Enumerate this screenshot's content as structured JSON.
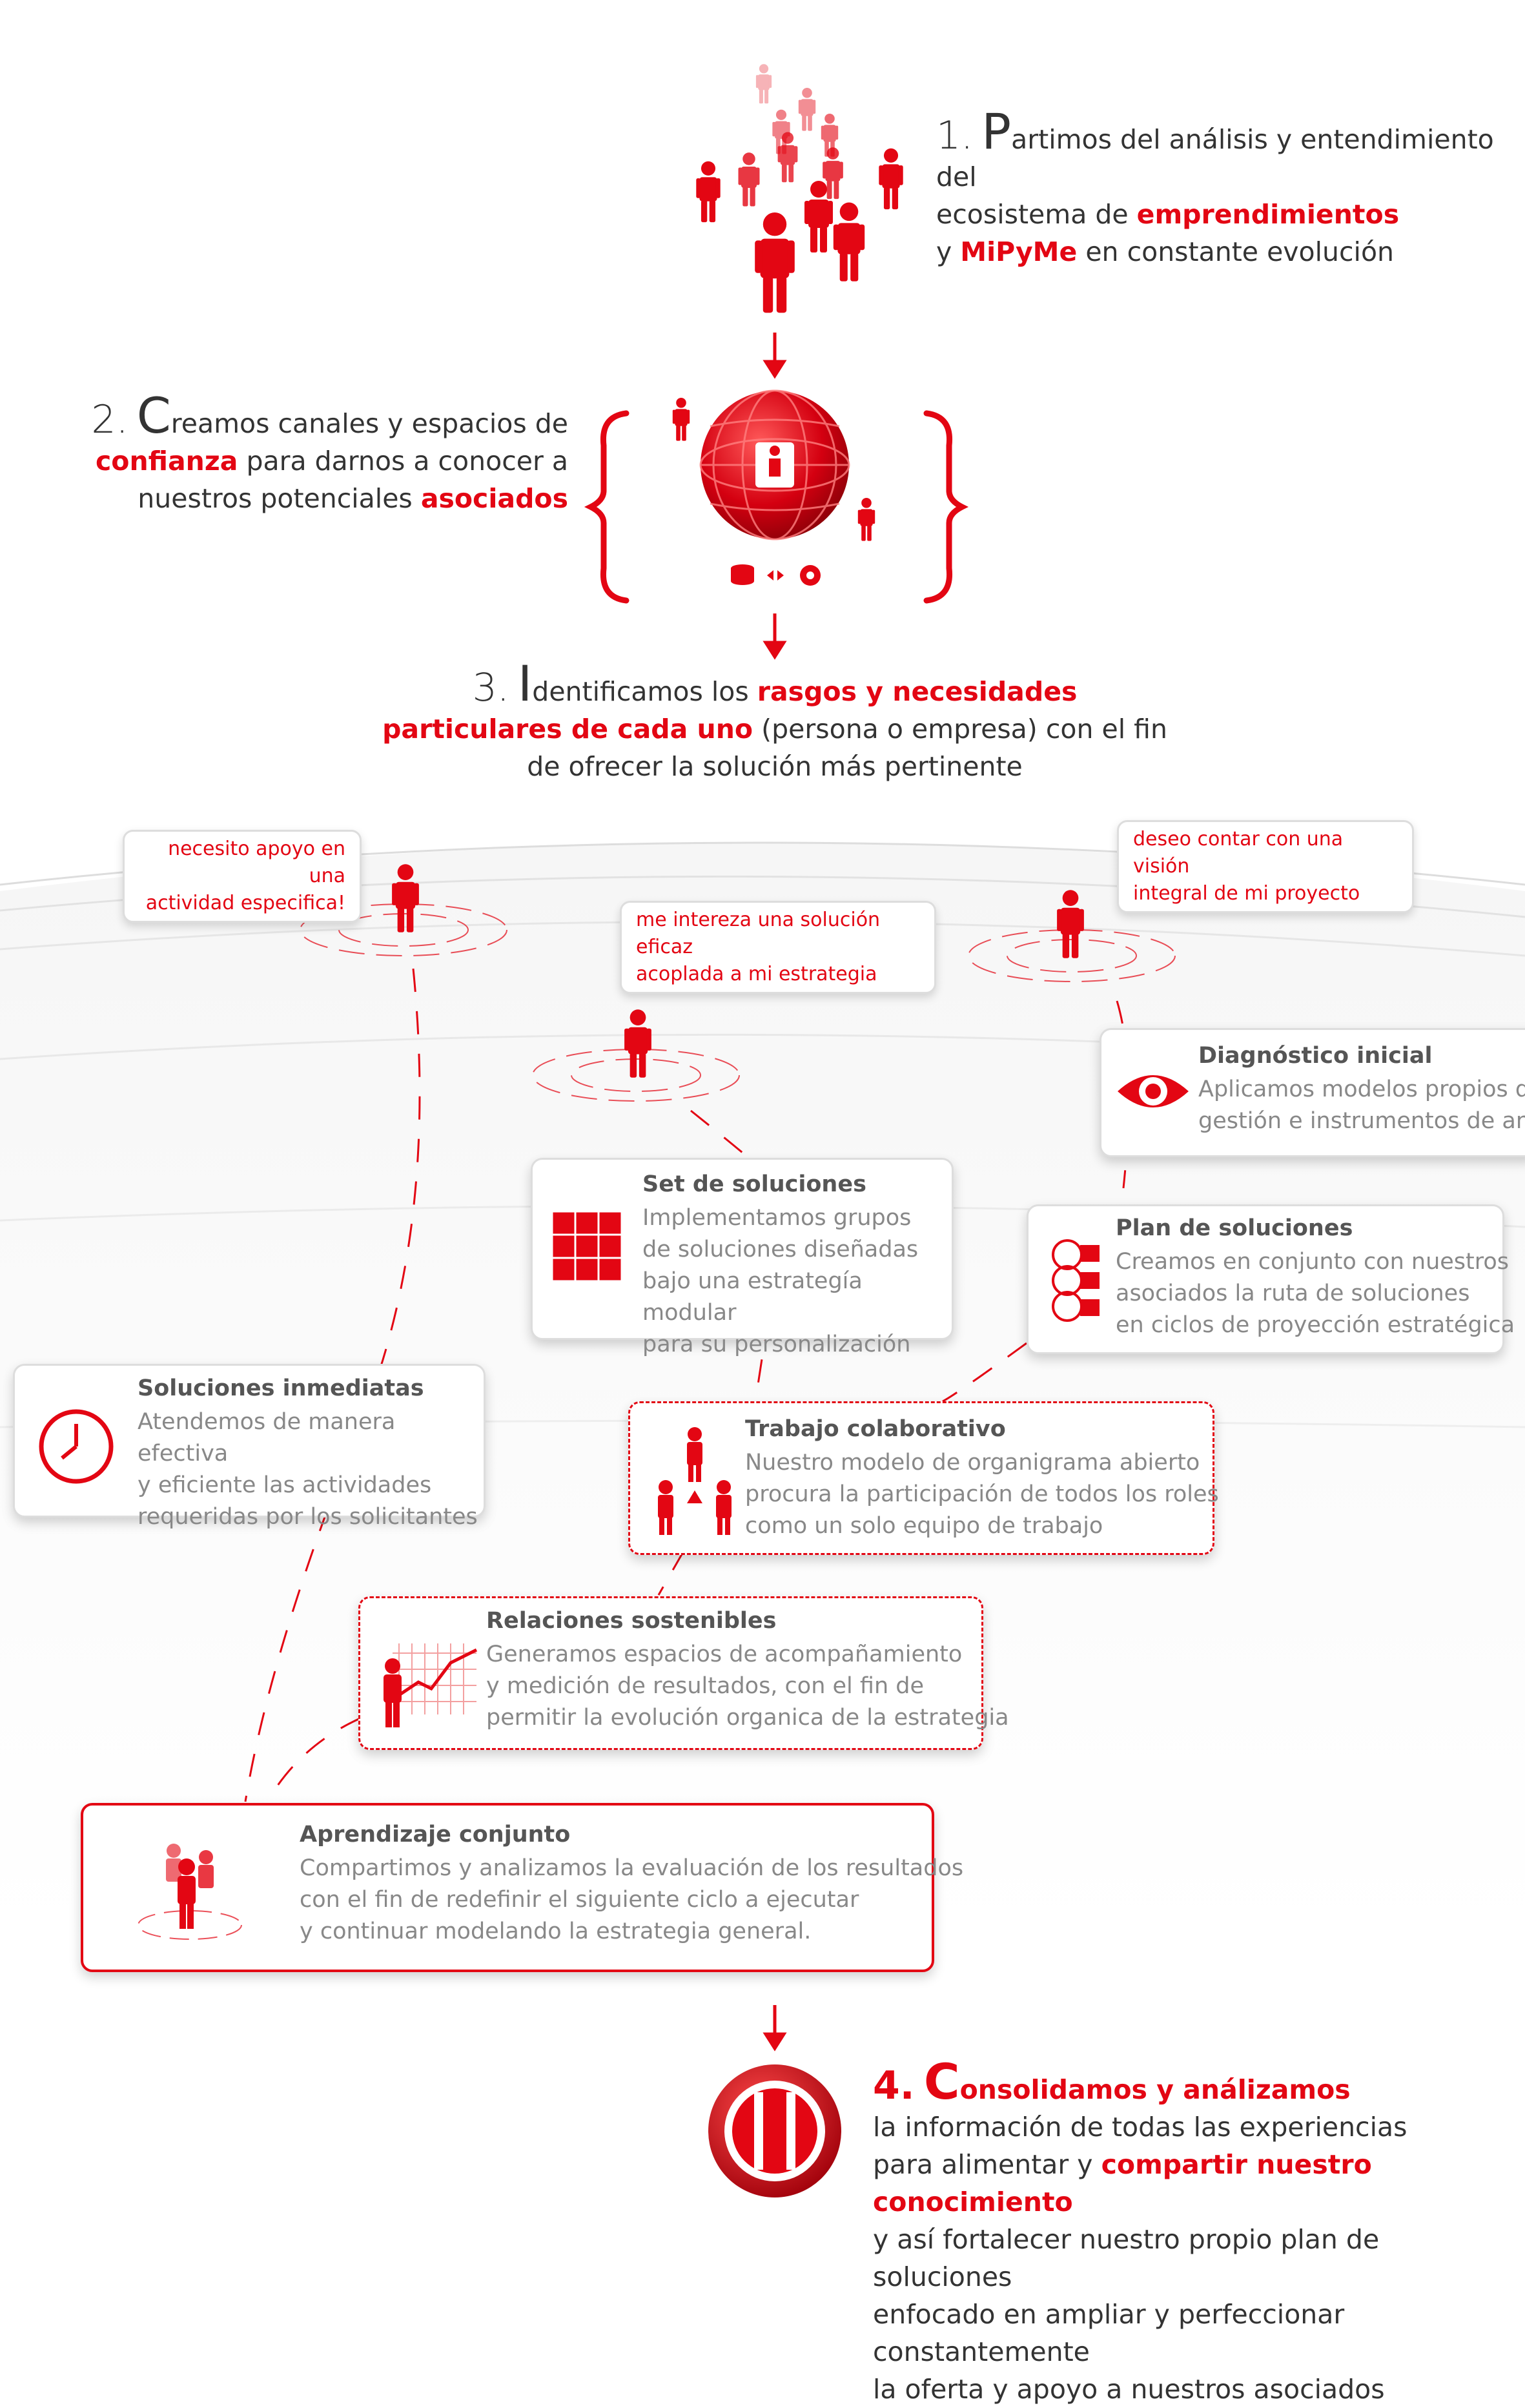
{
  "step1": {
    "number": "1.",
    "cap": "P",
    "line1_rest": "artimos del análisis y entendimiento del",
    "line2_pre": "ecosistema de ",
    "line2_red": "emprendimientos",
    "line3_pre": "y ",
    "line3_red": "MiPyMe",
    "line3_post": " en constante evolución"
  },
  "step2": {
    "number": "2.",
    "cap": "C",
    "line1_rest": "reamos canales y espacios de",
    "line2_red": "confianza",
    "line2_post": " para darnos a conocer a",
    "line3_pre": "nuestros potenciales ",
    "line3_red": "asociados"
  },
  "step3": {
    "number": "3.",
    "cap": "I",
    "line1_rest": "dentificamos los ",
    "line1_red": "rasgos y necesidades",
    "line2_red": "particulares de cada uno",
    "line2_post": " (persona o empresa) con el fin",
    "line3": "de ofrecer la solución más pertinente"
  },
  "bubbles": {
    "b1_l1": "necesito apoyo en una",
    "b1_l2": "actividad especifica!",
    "b2_l1": "me intereza una solución eficaz",
    "b2_l2": "acoplada a mi estrategia",
    "b3_l1": "deseo contar con una visión",
    "b3_l2": "integral de mi proyecto"
  },
  "cards": {
    "diagnostico": {
      "title": "Diagnóstico inicial",
      "l1": "Aplicamos modelos propios de",
      "l2": "gestión e instrumentos de análi"
    },
    "set": {
      "title": "Set de soluciones",
      "l1": "Implementamos grupos",
      "l2": "de soluciones diseñadas",
      "l3": "bajo una estrategía modular",
      "l4": "para su personalización"
    },
    "plan": {
      "title": "Plan de soluciones",
      "l1": "Creamos en conjunto con nuestros",
      "l2": "asociados la ruta de soluciones",
      "l3": "en ciclos de proyección estratégica"
    },
    "inmediatas": {
      "title": "Soluciones inmediatas",
      "l1": "Atendemos de manera efectiva",
      "l2": "y eficiente las actividades",
      "l3": "requeridas por los solicitantes"
    },
    "trabajo": {
      "title": "Trabajo colaborativo",
      "l1": "Nuestro modelo de organigrama abierto",
      "l2": "procura la participación de todos los roles",
      "l3": "como un solo equipo de trabajo"
    },
    "relaciones": {
      "title": "Relaciones sostenibles",
      "l1": "Generamos espacios de acompañamiento",
      "l2": "y medición de resultados, con el fin de",
      "l3": "permitir la evolución organica de la estrategia"
    },
    "aprendizaje": {
      "title": "Aprendizaje conjunto",
      "l1": "Compartimos y analizamos la evaluación de los resultados",
      "l2": "con el fin de redefinir el siguiente ciclo a ejecutar",
      "l3": "y continuar modelando la estrategia general."
    }
  },
  "step4": {
    "number": "4.",
    "cap": "C",
    "title_rest": "onsolidamos y análizamos",
    "l1": "la información de todas las experiencias",
    "l2_pre": "para alimentar y ",
    "l2_red": "compartir nuestro conocimiento",
    "l3": "y así fortalecer nuestro propio plan de soluciones",
    "l4": "enfocado en ampliar y perfeccionar constantemente",
    "l5": "la oferta y apoyo a nuestros asociados"
  },
  "colors": {
    "accent": "#e30613",
    "text": "#333333",
    "muted": "#888888",
    "card_title": "#555555"
  }
}
